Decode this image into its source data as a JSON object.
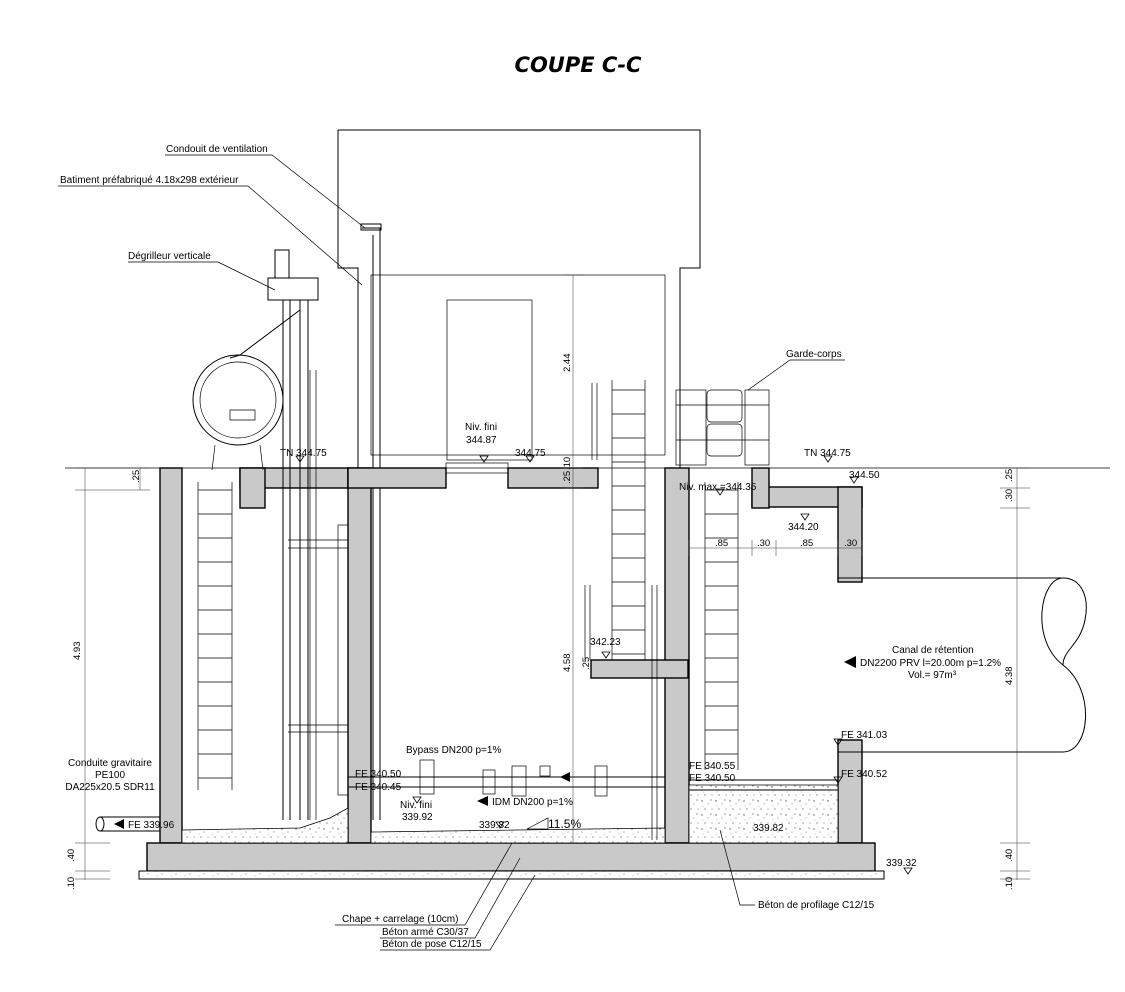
{
  "title": "COUPE C-C",
  "labels": {
    "ventilation": "Condouit de ventilation",
    "batiment": "Batiment préfabriqué 4.18x298 extérieur",
    "degrilleur": "Dégrilleur verticale",
    "garde_corps": "Garde-corps",
    "niv_fini_top": "Niv. fini",
    "niv_fini_top_val": "344.87",
    "tn_left": "TN 344.75",
    "tn_right": "TN 344.75",
    "lvl_34475": "344.75",
    "lvl_34450": "344.50",
    "niv_max": "Niv. max.=344.35",
    "lvl_34420": "344.20",
    "lvl_34223": "342.23",
    "canal_title": "Canal de rétention",
    "canal_spec": "DN2200 PRV l=20.00m p=1.2%",
    "canal_vol": "Vol.= 97m³",
    "fe_34103": "FE 341.03",
    "fe_34052_r": "FE 340.52",
    "fe_34055": "FE 340.55",
    "fe_34050_r": "FE 340.50",
    "fe_34050_l": "FE 340.50",
    "fe_34045": "FE 340.45",
    "fe_33996": "FE 339.96",
    "bypass": "Bypass DN200 p=1%",
    "idm": "IDM DN200 p=1%",
    "niv_fini_bot": "Niv. fini",
    "niv_fini_bot_val": "339.92",
    "lvl_33982_a": "339.82",
    "lvl_33982_b": "339.82",
    "slope": "11.5%",
    "lvl_33932": "339.32",
    "conduite_1": "Conduite gravitaire",
    "conduite_2": "PE100",
    "conduite_3": "DA225x20.5 SDR11",
    "chape": "Chape + carrelage (10cm)",
    "beton_arme": "Béton armé C30/37",
    "beton_pose": "Béton de pose C12/15",
    "beton_profilage": "Béton de profilage C12/15"
  },
  "dims": {
    "d_025_left": ".25",
    "d_493": "4.93",
    "d_040_left": ".40",
    "d_010_left": ".10",
    "d_244": "2.44",
    "d_025_mid": ".25",
    "d_458": "4.58",
    "d_010_mid": ".10",
    "d_025_pipe": ".25",
    "d_085_a": ".85",
    "d_030_a": ".30",
    "d_085_b": ".85",
    "d_030_b": ".30",
    "d_030_right": ".30",
    "d_025_right": ".25",
    "d_438": "4.38",
    "d_040_right": ".40",
    "d_010_right": ".10"
  }
}
